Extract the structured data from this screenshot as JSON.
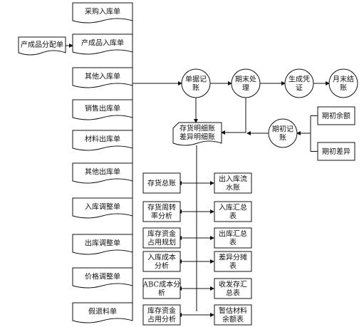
{
  "source_docs": [
    {
      "key": "caigou_ruku",
      "lines": [
        "采购入库单"
      ]
    },
    {
      "key": "chanchengpin_ruku",
      "lines": [
        "产成品入库单"
      ]
    },
    {
      "key": "qita_ruku",
      "lines": [
        "其他入库单"
      ]
    },
    {
      "key": "xiaoshou_chuku",
      "lines": [
        "销售出库单"
      ]
    },
    {
      "key": "cailiao_chuku",
      "lines": [
        "材料出库单"
      ]
    },
    {
      "key": "qita_chuku",
      "lines": [
        "其他出库单"
      ]
    },
    {
      "key": "ruku_tiaozheng",
      "lines": [
        "入库调整单"
      ]
    },
    {
      "key": "chuku_tiaozheng",
      "lines": [
        "出库调整单"
      ]
    },
    {
      "key": "jiage_tiaozheng",
      "lines": [
        "价格调整单"
      ]
    },
    {
      "key": "jia_tuiliao",
      "lines": [
        "假退料单"
      ]
    }
  ],
  "allocation_doc": {
    "lines": [
      "产成品分配单"
    ]
  },
  "process_steps": [
    {
      "key": "danju_jizhang",
      "lines": [
        "单据记",
        "账"
      ]
    },
    {
      "key": "qimo_chuli",
      "lines": [
        "期末处",
        "理"
      ]
    },
    {
      "key": "shengcheng_pingzheng",
      "lines": [
        "生成凭",
        "证"
      ]
    },
    {
      "key": "yuemo_jiezhang",
      "lines": [
        "月末结",
        "账"
      ]
    }
  ],
  "ledger_doc": {
    "lines": [
      "存货明细账",
      "差异明细账"
    ]
  },
  "opening_step": {
    "lines": [
      "期初记",
      "账"
    ]
  },
  "opening_docs": [
    {
      "key": "qichu_yu_e",
      "lines": [
        "期初余额"
      ]
    },
    {
      "key": "qichu_chayi",
      "lines": [
        "期初差异"
      ]
    }
  ],
  "reports_left": [
    {
      "key": "cunhuo_zongzhang",
      "lines": [
        "存货总账"
      ]
    },
    {
      "key": "cunhuo_zhouzhuan",
      "lines": [
        "存货周转",
        "率分析"
      ]
    },
    {
      "key": "kucun_zijin_guihua",
      "lines": [
        "库存资金",
        "占用规划"
      ]
    },
    {
      "key": "ruku_chengben",
      "lines": [
        "入库成本",
        "分析"
      ]
    },
    {
      "key": "abc_chengben",
      "lines": [
        "ABC成本分",
        "析"
      ]
    },
    {
      "key": "kucun_zijin_fenxi",
      "lines": [
        "库存资金",
        "占用分析"
      ]
    }
  ],
  "reports_right": [
    {
      "key": "churuku_liushui",
      "lines": [
        "出入库流",
        "水账"
      ]
    },
    {
      "key": "ruku_huizong",
      "lines": [
        "入库汇总",
        "表"
      ]
    },
    {
      "key": "chuku_huizong",
      "lines": [
        "出库汇总",
        "表"
      ]
    },
    {
      "key": "chayi_fentan",
      "lines": [
        "差异分摊",
        "表"
      ]
    },
    {
      "key": "shoufa_cun_huizong",
      "lines": [
        "收发存汇",
        "总表"
      ]
    },
    {
      "key": "zangu_cailiao",
      "lines": [
        "暂估材料",
        "余额表"
      ]
    }
  ]
}
